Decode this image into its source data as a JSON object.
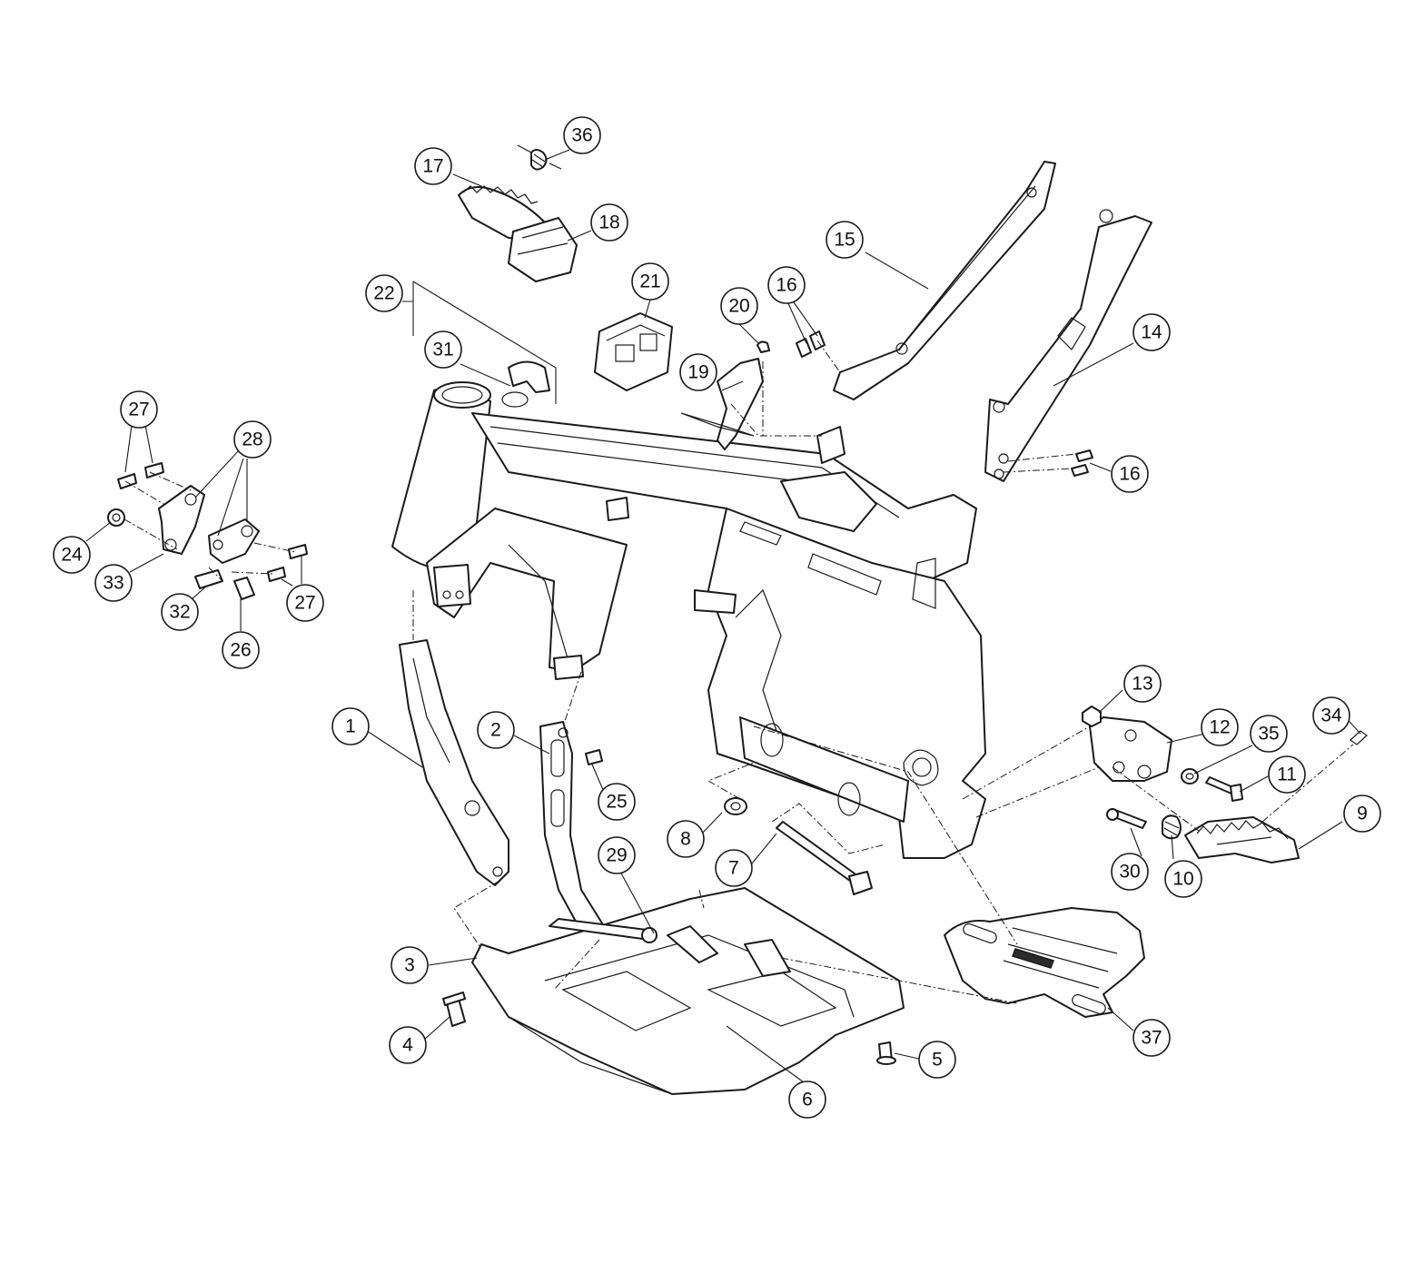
{
  "callouts": [
    {
      "id": "c1",
      "label": "1"
    },
    {
      "id": "c2",
      "label": "2"
    },
    {
      "id": "c3",
      "label": "3"
    },
    {
      "id": "c4",
      "label": "4"
    },
    {
      "id": "c5",
      "label": "5"
    },
    {
      "id": "c6",
      "label": "6"
    },
    {
      "id": "c7",
      "label": "7"
    },
    {
      "id": "c8",
      "label": "8"
    },
    {
      "id": "c9",
      "label": "9"
    },
    {
      "id": "c10",
      "label": "10"
    },
    {
      "id": "c11",
      "label": "11"
    },
    {
      "id": "c12",
      "label": "12"
    },
    {
      "id": "c13",
      "label": "13"
    },
    {
      "id": "c14",
      "label": "14"
    },
    {
      "id": "c15",
      "label": "15"
    },
    {
      "id": "c16a",
      "label": "16"
    },
    {
      "id": "c16b",
      "label": "16"
    },
    {
      "id": "c17",
      "label": "17"
    },
    {
      "id": "c18",
      "label": "18"
    },
    {
      "id": "c19",
      "label": "19"
    },
    {
      "id": "c20",
      "label": "20"
    },
    {
      "id": "c21",
      "label": "21"
    },
    {
      "id": "c22",
      "label": "22"
    },
    {
      "id": "c24",
      "label": "24"
    },
    {
      "id": "c25",
      "label": "25"
    },
    {
      "id": "c26",
      "label": "26"
    },
    {
      "id": "c27a",
      "label": "27"
    },
    {
      "id": "c27b",
      "label": "27"
    },
    {
      "id": "c28",
      "label": "28"
    },
    {
      "id": "c29",
      "label": "29"
    },
    {
      "id": "c30",
      "label": "30"
    },
    {
      "id": "c31",
      "label": "31"
    },
    {
      "id": "c32",
      "label": "32"
    },
    {
      "id": "c33",
      "label": "33"
    },
    {
      "id": "c34",
      "label": "34"
    },
    {
      "id": "c35",
      "label": "35"
    },
    {
      "id": "c36",
      "label": "36"
    },
    {
      "id": "c37",
      "label": "37"
    }
  ]
}
